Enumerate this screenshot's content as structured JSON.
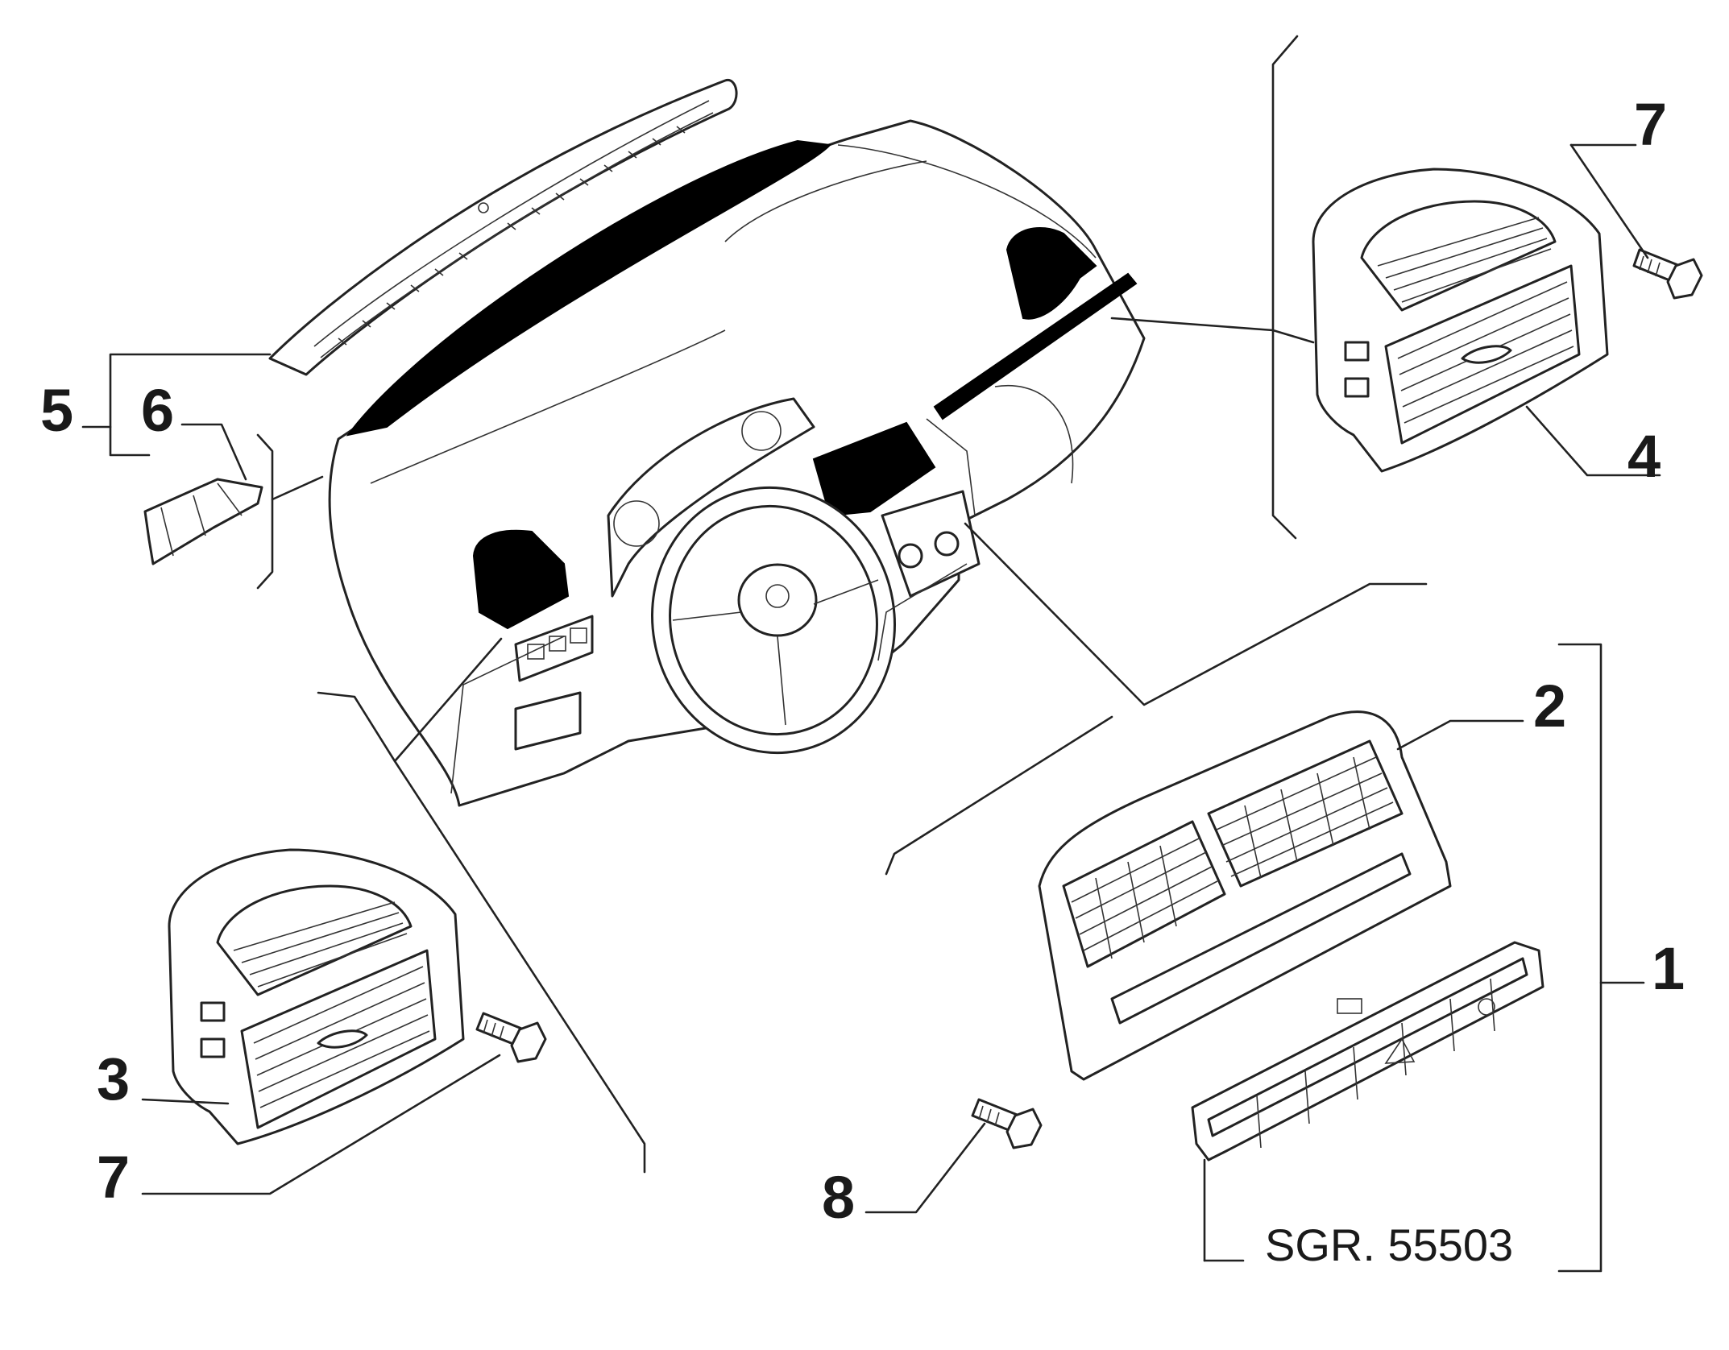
{
  "callouts": {
    "c1": "1",
    "c2": "2",
    "c3": "3",
    "c4": "4",
    "c5": "5",
    "c6": "6",
    "c7_right": "7",
    "c7_left": "7",
    "c8": "8"
  },
  "reference_code": "SGR. 55503",
  "colors": {
    "line": "#222222",
    "fill": "#ffffff",
    "blackout": "#000000"
  }
}
